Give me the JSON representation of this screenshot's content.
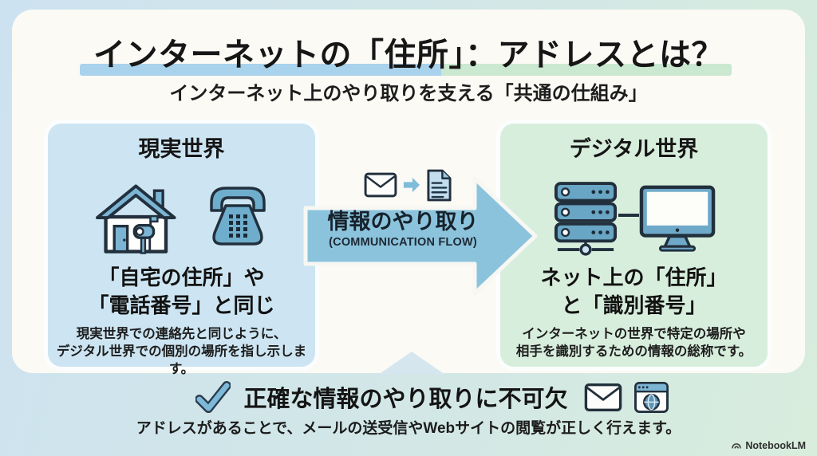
{
  "header": {
    "title": "インターネットの「住所」：アドレスとは？",
    "subtitle": "インターネット上のやり取りを支える「共通の仕組み」"
  },
  "real_card": {
    "heading": "現実世界",
    "main": [
      "「自宅の住所」や",
      "「電話番号」と同じ"
    ],
    "desc": [
      "現実世界での連絡先と同じように、",
      "デジタル世界での個別の場所を指し示します。"
    ]
  },
  "flow_arrow": {
    "label": "情報のやり取り",
    "sublabel": "(COMMUNICATION FLOW)"
  },
  "digital_card": {
    "heading": "デジタル世界",
    "main": [
      "ネット上の「住所」",
      "と「識別番号」"
    ],
    "desc": [
      "インターネットの世界で特定の場所や",
      "相手を識別するための情報の総称です。"
    ]
  },
  "footer": {
    "heading": "正確な情報のやり取りに不可欠",
    "description": "アドレスがあることで、メールの送受信やWebサイトの閲覧が正しく行えます。",
    "brand": "NotebookLM"
  },
  "icons": {
    "real_card": [
      "house-mailbox-icon",
      "telephone-icon"
    ],
    "flow": [
      "envelope-icon",
      "arrow-right-icon",
      "document-icon"
    ],
    "digital_card": [
      "server-icon",
      "monitor-icon"
    ],
    "footer": [
      "checkmark-icon",
      "envelope-icon",
      "browser-globe-icon"
    ],
    "brand": "notebooklm-logo-icon"
  },
  "colors": {
    "background_left": "#cde2f0",
    "background_right": "#d8eddc",
    "panel": "#fbfaf5",
    "underline_blue": "#a9d2ec",
    "underline_green": "#cbe8d0",
    "real_card_fill": "#cde5f2",
    "digital_card_fill": "#d8eedd",
    "arrow_fill": "#8cc3dc",
    "icon_fill": "#6fadcd",
    "icon_outline": "#22303d",
    "text": "#1b1b1b"
  }
}
